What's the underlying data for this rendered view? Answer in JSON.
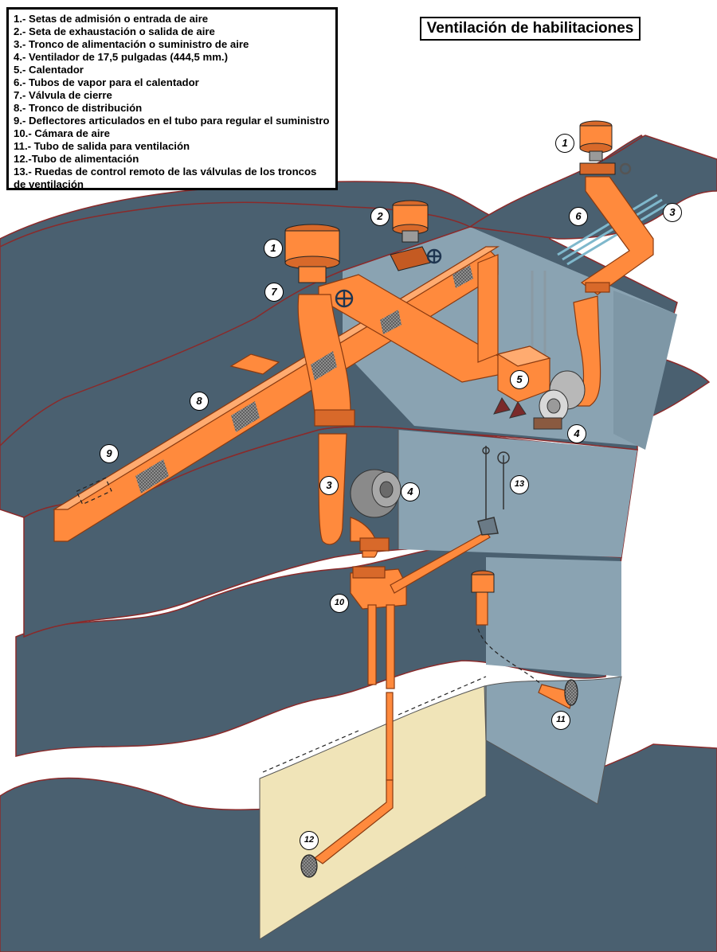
{
  "title": "Ventilación de habilitaciones",
  "legend": [
    "1.- Setas de admisión o entrada de aire",
    "2.- Seta de exhaustación o salida de aire",
    "3.- Tronco de alimentación o suministro de aire",
    "4.- Ventilador de 17,5 pulgadas (444,5 mm.)",
    "5.- Calentador",
    "6.- Tubos de vapor para el calentador",
    "7.- Válvula de cierre",
    "8.- Tronco de distribución",
    "9.- Deflectores articulados en el tubo para regular el suministro",
    "10.- Cámara de aire",
    "11.- Tubo de salida para ventilación",
    "12.-Tubo de alimentación",
    "13.- Ruedas de control remoto de las válvulas de los troncos de ventilación"
  ],
  "callouts": {
    "c1a": "1",
    "c1b": "1",
    "c2": "2",
    "c3a": "3",
    "c3b": "3",
    "c4a": "4",
    "c4b": "4",
    "c5": "5",
    "c6": "6",
    "c7": "7",
    "c8": "8",
    "c9": "9",
    "c10": "10",
    "c11": "11",
    "c12": "12",
    "c13": "13"
  },
  "colors": {
    "deck": "#4a6070",
    "bulkhead": "#8aa3b2",
    "deck_edge": "#8a2a2a",
    "duct": "#ff8a3d",
    "duct_dark": "#d8692a",
    "cabin_wall": "#f0e4b8",
    "steam_pipe": "#7fb8cc",
    "fan": "#9a9a9a"
  }
}
